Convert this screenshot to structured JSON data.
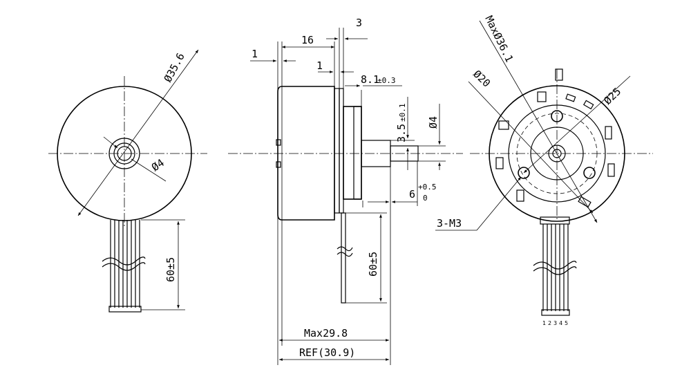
{
  "diagram": {
    "front_view": {
      "outer_diameter": "Ø35.6",
      "shaft_diameter": "Ø4",
      "lead_length": "60±5"
    },
    "side_view": {
      "dim_1_left": "1",
      "dim_16": "16",
      "dim_3": "3",
      "dim_1_flange": "1",
      "dim_8_1": "8.1",
      "dim_8_1_tol": "±0.3",
      "dim_3_5": "3.5",
      "dim_3_5_tol": "±0.1",
      "dim_shaft": "Ø4",
      "dim_6": "6",
      "dim_6_upper": "+0.5",
      "dim_6_lower": "0",
      "lead_length": "60±5",
      "max_length": "Max29.8",
      "ref_length": "REF(30.9)"
    },
    "rear_view": {
      "max_diameter": "MaxØ36.1",
      "inner_diameter": "Ø20",
      "bolt_circle": "Ø25",
      "mount_holes": "3-M3",
      "pin_numbers": [
        "1",
        "2",
        "3",
        "4",
        "5"
      ]
    }
  }
}
